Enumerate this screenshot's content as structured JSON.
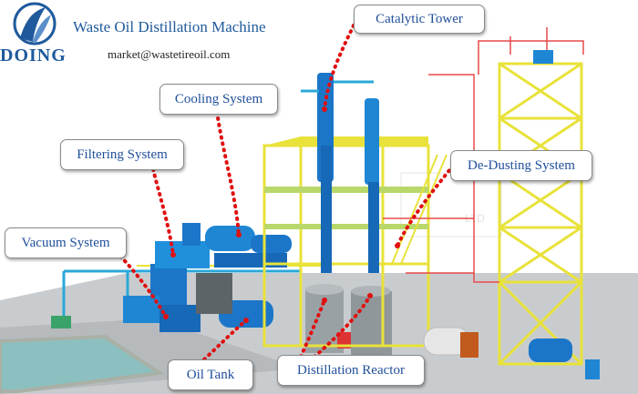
{
  "header": {
    "logo_text": "DOING",
    "title": "Waste Oil Distillation Machine",
    "email": "market@wastetireoil.com"
  },
  "callouts": {
    "catalytic_tower": "Catalytic Tower",
    "cooling_system": "Cooling System",
    "filtering_system": "Filtering System",
    "de_dusting_system": "De-Dusting System",
    "vacuum_system": "Vacuum System",
    "oil_tank": "Oil Tank",
    "distillation_reactor": "Distillation Reactor"
  },
  "colors": {
    "title_blue": "#1f5a9c",
    "frame_yellow": "#e8e23a",
    "equipment_blue": "#1b76c9",
    "leader_red": "#e01010",
    "platform_green": "#8ab84a",
    "ground_gray": "#bfc2c4"
  },
  "watermark_text": "LTD"
}
